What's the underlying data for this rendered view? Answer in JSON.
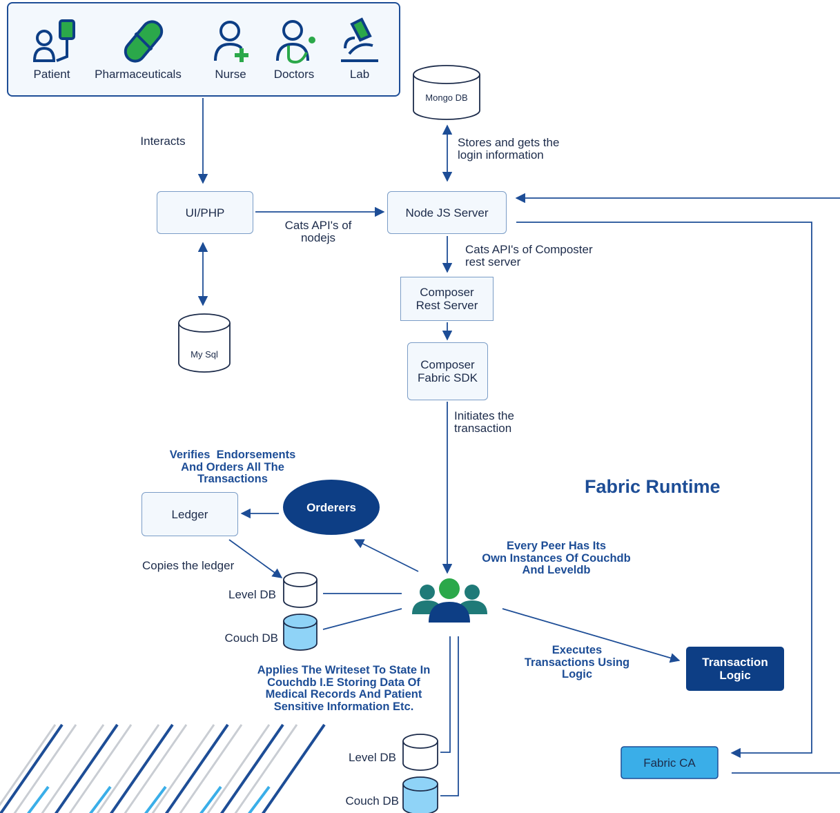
{
  "actors": [
    {
      "name": "Patient",
      "icon": "patient-icon"
    },
    {
      "name": "Pharmaceuticals",
      "icon": "pill-icon"
    },
    {
      "name": "Nurse",
      "icon": "nurse-icon"
    },
    {
      "name": "Doctors",
      "icon": "doctor-icon"
    },
    {
      "name": "Lab",
      "icon": "microscope-icon"
    }
  ],
  "nodes": {
    "ui_php": "UI/PHP",
    "node_server": "Node JS Server",
    "composer_rest_server": "Composer\nRest Server",
    "composer_fabric_sdk": "Composer\nFabric SDK",
    "ledger": "Ledger",
    "orderers": "Orderers",
    "transaction_logic": "Transaction\nLogic",
    "fabric_ca": "Fabric CA",
    "mongo_db": "Mongo DB",
    "my_sql": "My Sql"
  },
  "labels": {
    "interacts": "Interacts",
    "stores_gets": "Stores and gets the\nlogin information",
    "cats_nodejs": "Cats API's of\nnodejs",
    "cats_composer": "Cats API's of Composter\nrest server",
    "initiates": "Initiates the\ntransaction",
    "verifies": "Verifies  Endorsements\nAnd Orders All The\nTransactions",
    "copies_ledger": "Copies the ledger",
    "every_peer": "Every Peer Has Its\nOwn Instances Of Couchdb\nAnd Leveldb",
    "executes": "Executes\nTransactions Using\nLogic",
    "applies": "Applies The Writeset To State In\nCouchdb I.E Storing Data Of\nMedical Records And Patient\nSensitive Information Etc.",
    "level_db_1": "Level DB",
    "couch_db_1": "Couch DB",
    "level_db_2": "Level DB",
    "couch_db_2": "Couch DB",
    "fabric_runtime": "Fabric Runtime"
  },
  "colors": {
    "arrow": "#1d4d96",
    "box_border": "#7a9cc6",
    "box_fill": "#f3f8fd",
    "dark_blue": "#0d3e85",
    "light_blue": "#3aaee8",
    "db_light": "#8fd3f7",
    "green": "#2ba84a",
    "peer_teal": "#1f7a78",
    "stripe_blue": "#1d4d96",
    "stripe_gray": "#c9cdd3"
  }
}
